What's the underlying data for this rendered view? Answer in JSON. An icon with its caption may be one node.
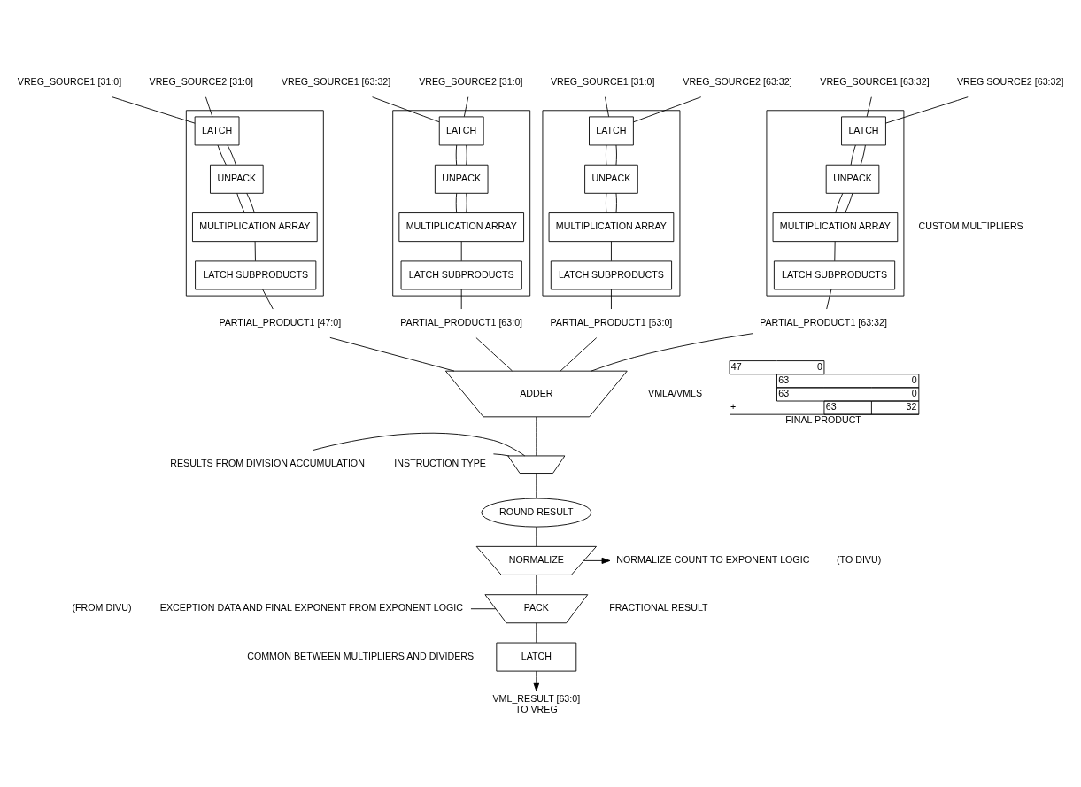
{
  "diagram": {
    "nodes": [
      {
        "text": [
          "VREG_SOURCE1 [31:0]"
        ]
      },
      {
        "text": [
          "VREG_SOURCE2 [31:0]"
        ]
      },
      {
        "text": [],
        "shape": "box"
      },
      {
        "text": [
          "LATCH"
        ],
        "in": 2
      },
      {
        "text": [
          "UNPACK"
        ],
        "in": 2
      },
      {
        "text": [
          "MULTIPLICATION ARRAY"
        ],
        "in": 2
      },
      {
        "text": [
          "LATCH SUBPRODUCTS"
        ],
        "in": 2
      },
      {
        "text": [
          "PARTIAL_PRODUCT1 [47:0]"
        ]
      },
      {
        "text": [
          "VREG_SOURCE1 [63:32]"
        ]
      },
      {
        "text": [
          "VREG_SOURCE2 [31:0]"
        ]
      },
      {
        "text": [],
        "shape": "box"
      },
      {
        "text": [
          "LATCH"
        ],
        "in": 10
      },
      {
        "text": [
          "UNPACK"
        ],
        "in": 10
      },
      {
        "text": [
          "MULTIPLICATION ARRAY"
        ],
        "in": 10
      },
      {
        "text": [
          "LATCH SUBPRODUCTS"
        ],
        "in": 10
      },
      {
        "text": [
          "PARTIAL_PRODUCT1 [63:0]"
        ]
      },
      {
        "text": [
          "VREG_SOURCE1 [31:0]"
        ]
      },
      {
        "text": [
          "VREG_SOURCE2 [63:32]"
        ]
      },
      {
        "text": [],
        "shape": "box"
      },
      {
        "text": [
          "LATCH"
        ],
        "in": 18
      },
      {
        "text": [
          "UNPACK"
        ],
        "in": 18
      },
      {
        "text": [
          "MULTIPLICATION ARRAY"
        ],
        "in": 18
      },
      {
        "text": [
          "LATCH SUBPRODUCTS"
        ],
        "in": 18
      },
      {
        "text": [
          "PARTIAL_PRODUCT1 [63:0]"
        ]
      },
      {
        "text": [
          "VREG_SOURCE1 [63:32]"
        ]
      },
      {
        "text": [
          "VREG SOURCE2 [63:32]"
        ]
      },
      {
        "text": [],
        "shape": "box"
      },
      {
        "text": [
          "LATCH"
        ],
        "in": 26
      },
      {
        "text": [
          "UNPACK"
        ],
        "in": 26
      },
      {
        "text": [
          "MULTIPLICATION ARRAY"
        ],
        "in": 26
      },
      {
        "text": [
          "LATCH SUBPRODUCTS"
        ],
        "in": 26
      },
      {
        "text": [
          "PARTIAL_PRODUCT1 [63:32]"
        ]
      },
      {
        "text": [
          "ADDER"
        ]
      },
      {
        "text": [
          "RESULTS FROM DIVISION ACCUMULATION"
        ]
      },
      {
        "text": [],
        "shape": "trapezoid"
      },
      {
        "text": [
          "INSTRUCTION TYPE"
        ]
      },
      {
        "text": [
          "ROUND RESULT"
        ]
      },
      {
        "text": [
          "NORMALIZE"
        ]
      },
      {
        "text": [
          "NORMALIZE COUNT TO EXPONENT LOGIC"
        ]
      },
      {
        "text": [
          "EXCEPTION DATA AND FINAL EXPONENT FROM EXPONENT LOGIC"
        ]
      },
      {
        "text": [
          "PACK"
        ]
      },
      {
        "text": [
          "LATCH"
        ]
      },
      {
        "text": [
          "VML_RESULT [63:0]",
          "TO VREG"
        ]
      }
    ],
    "edges": [
      {
        "from": 0,
        "to": 3,
        "arrow": "none"
      },
      {
        "from": 1,
        "to": 3,
        "arrow": "none"
      },
      {
        "from": 3,
        "to": 4,
        "arrow": "none"
      },
      {
        "from": 3,
        "to": 4,
        "arrow": "none"
      },
      {
        "from": 4,
        "to": 5,
        "arrow": "none"
      },
      {
        "from": 4,
        "to": 5,
        "arrow": "none"
      },
      {
        "from": 5,
        "to": 6,
        "arrow": "none"
      },
      {
        "from": 6,
        "to": 7,
        "arrow": "none"
      },
      {
        "from": 8,
        "to": 11,
        "arrow": "none"
      },
      {
        "from": 9,
        "to": 11,
        "arrow": "none"
      },
      {
        "from": 11,
        "to": 12,
        "arrow": "none"
      },
      {
        "from": 11,
        "to": 12,
        "arrow": "none"
      },
      {
        "from": 12,
        "to": 13,
        "arrow": "none"
      },
      {
        "from": 12,
        "to": 13,
        "arrow": "none"
      },
      {
        "from": 13,
        "to": 14,
        "arrow": "none"
      },
      {
        "from": 14,
        "to": 15,
        "arrow": "none"
      },
      {
        "from": 16,
        "to": 19,
        "arrow": "none"
      },
      {
        "from": 17,
        "to": 19,
        "arrow": "none"
      },
      {
        "from": 19,
        "to": 20,
        "arrow": "none"
      },
      {
        "from": 19,
        "to": 20,
        "arrow": "none"
      },
      {
        "from": 20,
        "to": 21,
        "arrow": "none"
      },
      {
        "from": 20,
        "to": 21,
        "arrow": "none"
      },
      {
        "from": 21,
        "to": 22,
        "arrow": "none"
      },
      {
        "from": 22,
        "to": 23,
        "arrow": "none"
      },
      {
        "from": 24,
        "to": 27,
        "arrow": "none"
      },
      {
        "from": 25,
        "to": 27,
        "arrow": "none"
      },
      {
        "from": 27,
        "to": 28,
        "arrow": "none"
      },
      {
        "from": 27,
        "to": 28,
        "arrow": "none"
      },
      {
        "from": 28,
        "to": 29,
        "arrow": "none"
      },
      {
        "from": 28,
        "to": 29,
        "arrow": "none"
      },
      {
        "from": 29,
        "to": 30,
        "arrow": "none"
      },
      {
        "from": 30,
        "to": 31,
        "arrow": "none"
      },
      {
        "from": 7,
        "to": 32,
        "arrow": "none"
      },
      {
        "from": 15,
        "to": 32,
        "arrow": "none"
      },
      {
        "from": 23,
        "to": 32,
        "arrow": "none"
      },
      {
        "from": 31,
        "to": 32,
        "arrow": "none"
      },
      {
        "from": 32,
        "to": 34,
        "arrow": "none"
      },
      {
        "from": 33,
        "to": 34,
        "arrow": "none"
      },
      {
        "from": 35,
        "to": 34,
        "arrow": "none"
      },
      {
        "from": 34,
        "to": 36,
        "arrow": "none"
      },
      {
        "from": 36,
        "to": 37,
        "arrow": "none"
      },
      {
        "from": 37,
        "to": 38,
        "arrow": "to"
      },
      {
        "from": 37,
        "to": 40,
        "arrow": "none"
      },
      {
        "from": 39,
        "to": 40,
        "arrow": "none"
      },
      {
        "from": 40,
        "to": 41,
        "arrow": "none"
      },
      {
        "from": 41,
        "to": 42,
        "arrow": "to"
      }
    ],
    "labels": [
      "CUSTOM MULTIPLIERS",
      "VMLA/VMLS",
      "47",
      "0",
      "63",
      "0",
      "63",
      "0",
      "+",
      "63",
      "32",
      "FINAL PRODUCT",
      "(TO DIVU)",
      "(FROM DIVU)",
      "FRACTIONAL RESULT",
      "COMMON BETWEEN MULTIPLIERS AND DIVIDERS"
    ]
  }
}
